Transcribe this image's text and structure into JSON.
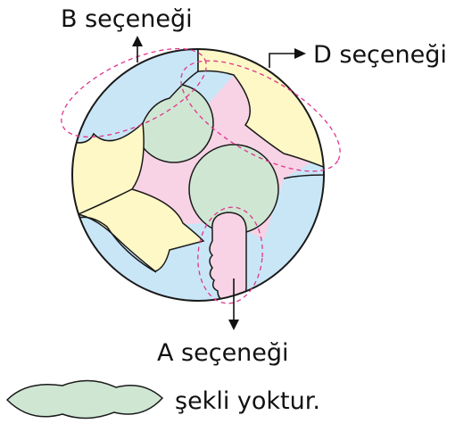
{
  "labels": {
    "option_b": "B seçeneği",
    "option_d": "D seçeneği",
    "option_a": "A seçeneği",
    "note": "şekli yoktur."
  },
  "colors": {
    "blue": "#c9e6f7",
    "yellow": "#fdf8c6",
    "green": "#cfe6d3",
    "pink": "#f8d3e5",
    "stroke": "#1a1a1a",
    "highlight": "#e0348c"
  }
}
